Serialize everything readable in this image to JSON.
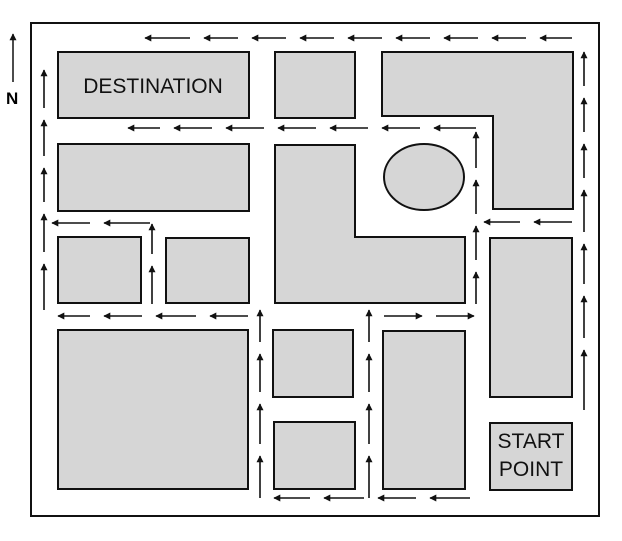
{
  "compass": {
    "label": "N"
  },
  "blocks": {
    "destination_label": "DESTINATION",
    "start_label_line1": "START",
    "start_label_line2": "POINT"
  },
  "colors": {
    "block_fill": "#d6d6d6",
    "stroke": "#111111",
    "background": "#ffffff"
  }
}
